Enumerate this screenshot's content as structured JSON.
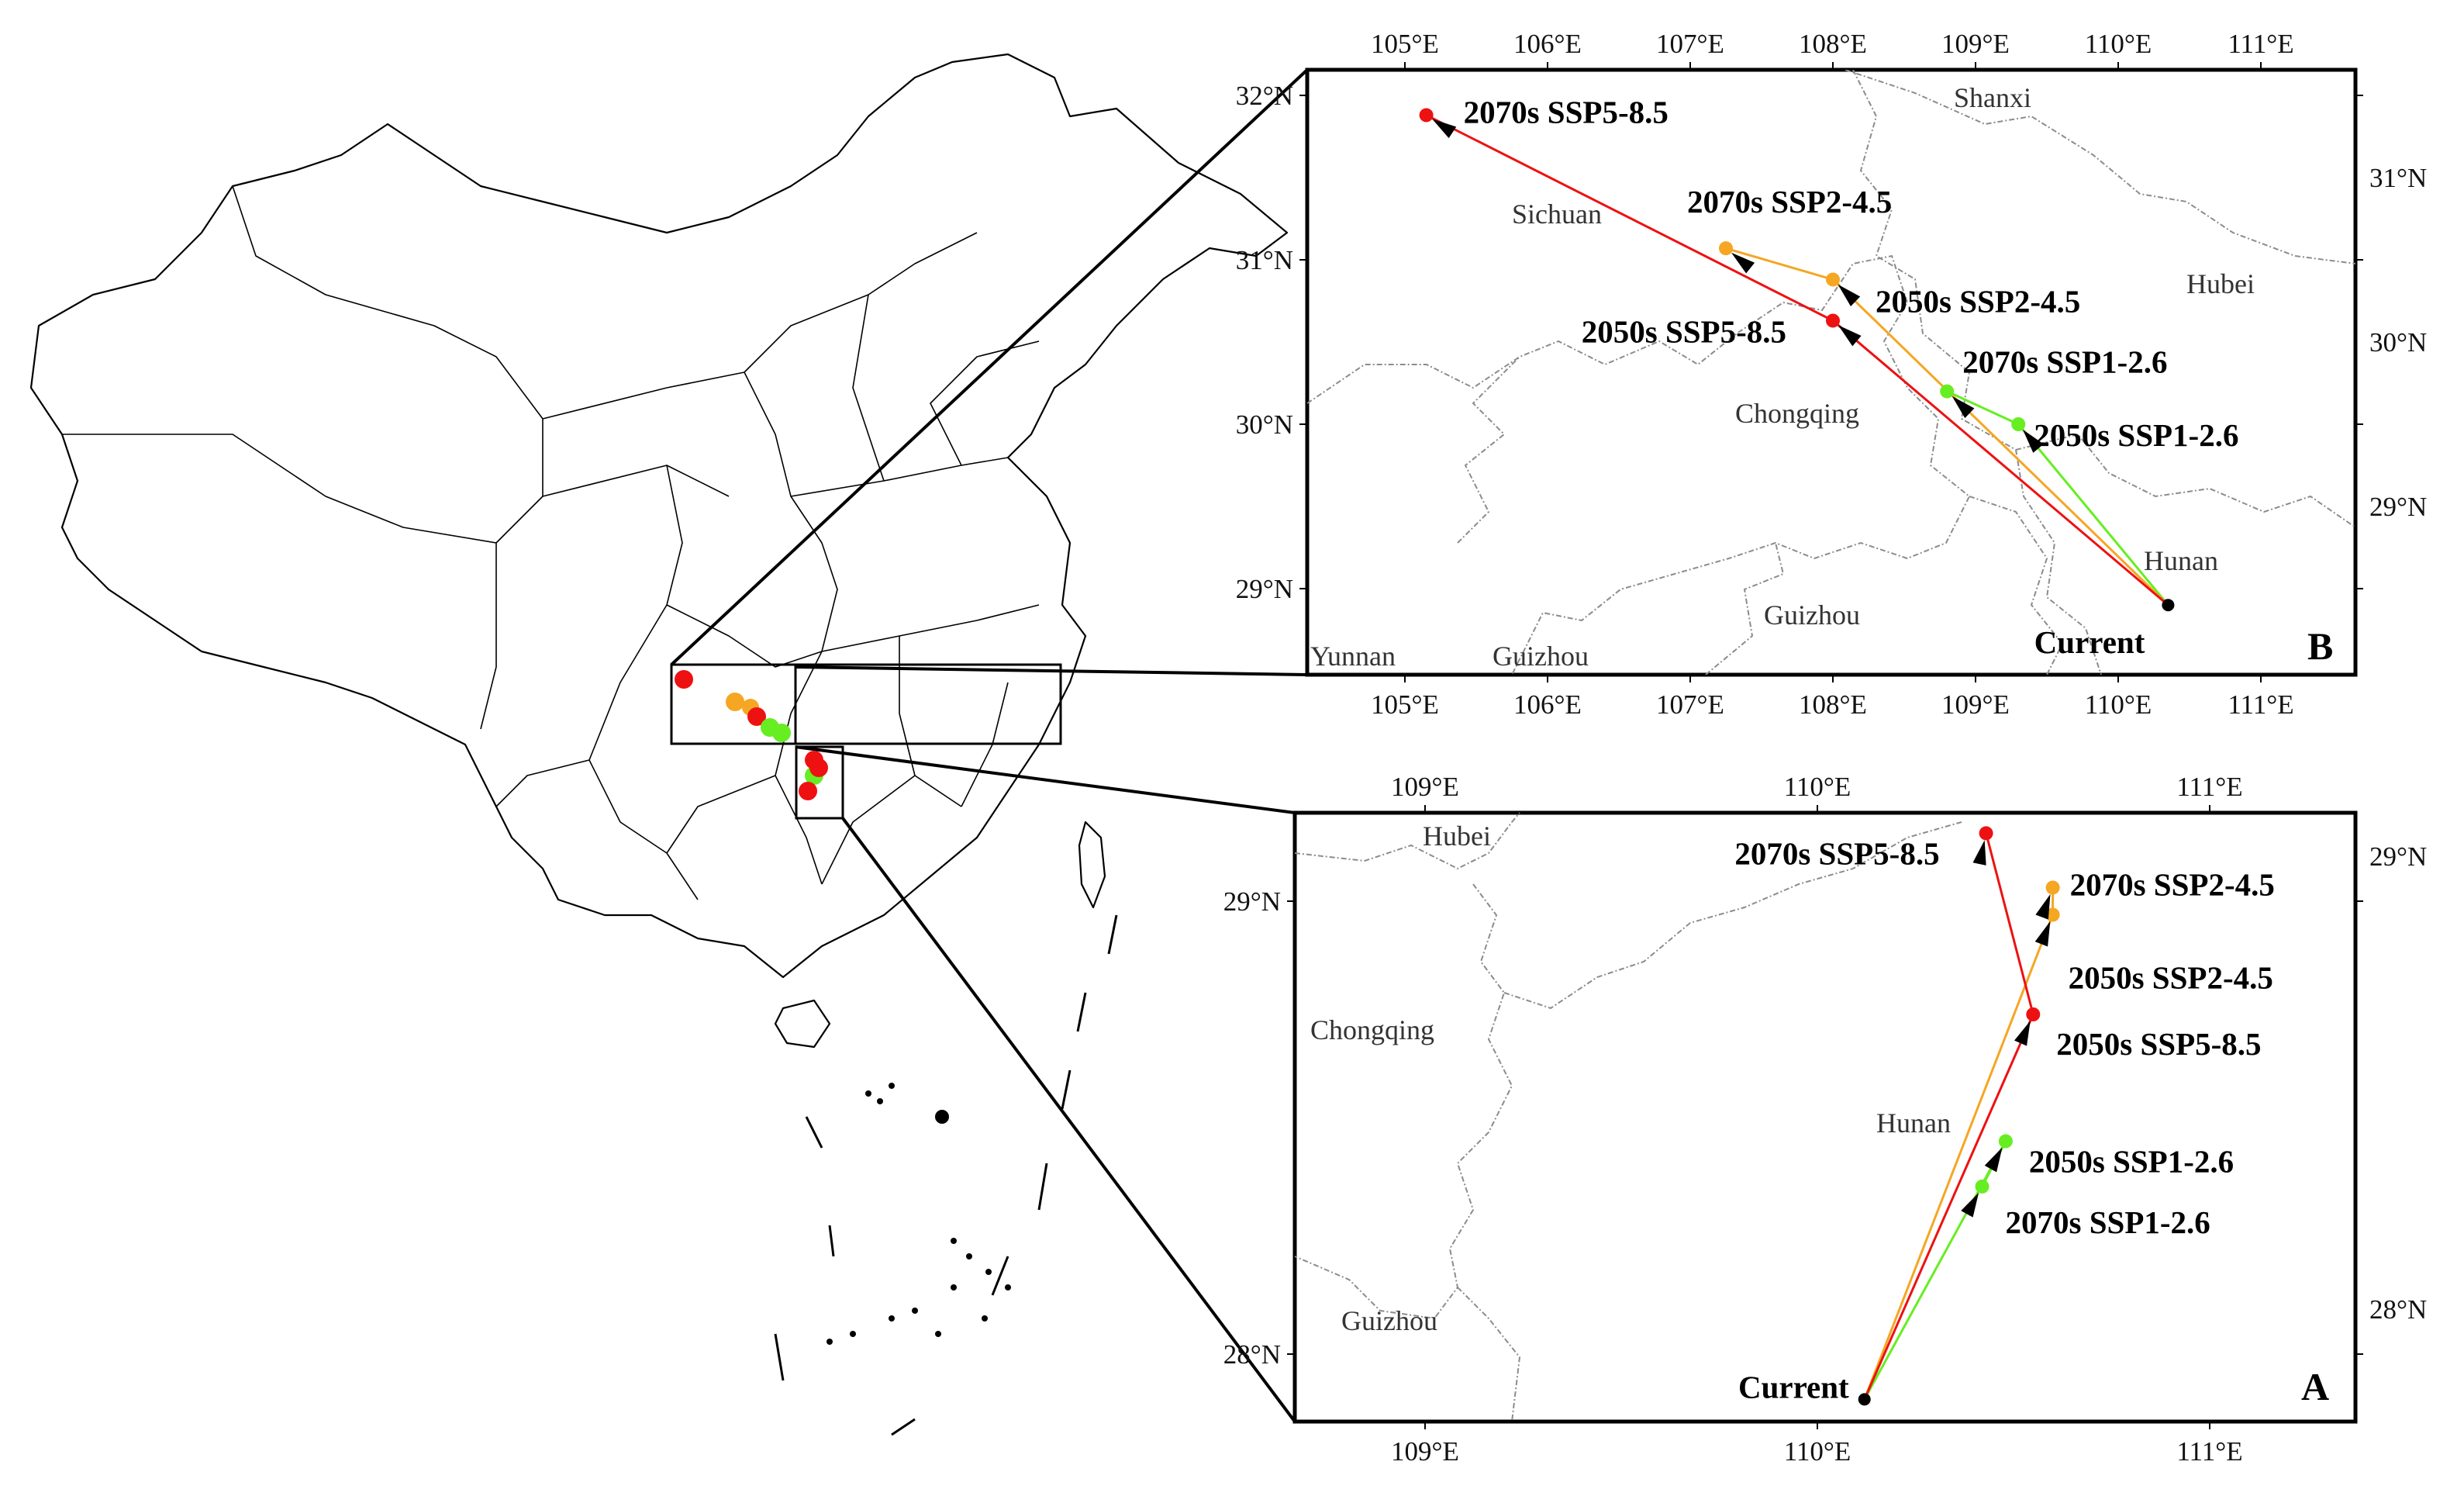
{
  "colors": {
    "ssp126": "#66ee22",
    "ssp245": "#f5a623",
    "ssp585": "#ee1111",
    "current": "#000000",
    "boundary": "#8c8c8c"
  },
  "panel_b": {
    "label": "B",
    "x_ticks": [
      "105°E",
      "106°E",
      "107°E",
      "108°E",
      "109°E",
      "110°E",
      "111°E"
    ],
    "y_ticks": [
      "32°N",
      "31°N",
      "30°N",
      "29°N"
    ],
    "provinces": [
      "Shanxi",
      "Sichuan",
      "Hubei",
      "Chongqing",
      "Hunan",
      "Guizhou",
      "Yunnan",
      "Guizhou"
    ],
    "points": [
      {
        "label": "Current",
        "scenario": "current",
        "lon": 110.35,
        "lat": 28.9
      },
      {
        "label": "2050s SSP1-2.6",
        "scenario": "ssp126",
        "lon": 109.3,
        "lat": 30.0
      },
      {
        "label": "2070s SSP1-2.6",
        "scenario": "ssp126",
        "lon": 108.8,
        "lat": 30.2
      },
      {
        "label": "2050s SSP2-4.5",
        "scenario": "ssp245",
        "lon": 108.0,
        "lat": 30.88
      },
      {
        "label": "2070s SSP2-4.5",
        "scenario": "ssp245",
        "lon": 107.25,
        "lat": 31.07
      },
      {
        "label": "2050s SSP5-8.5",
        "scenario": "ssp585",
        "lon": 108.0,
        "lat": 30.63
      },
      {
        "label": "2070s SSP5-8.5",
        "scenario": "ssp585",
        "lon": 105.15,
        "lat": 31.88
      }
    ]
  },
  "panel_a": {
    "label": "A",
    "x_ticks": [
      "109°E",
      "110°E",
      "111°E"
    ],
    "y_ticks": [
      "29°N",
      "28°N"
    ],
    "provinces": [
      "Hubei",
      "Chongqing",
      "Hunan",
      "Guizhou"
    ],
    "points": [
      {
        "label": "Current",
        "scenario": "current",
        "lon": 110.12,
        "lat": 27.9
      },
      {
        "label": "2050s SSP1-2.6",
        "scenario": "ssp126",
        "lon": 110.48,
        "lat": 28.47
      },
      {
        "label": "2070s SSP1-2.6",
        "scenario": "ssp126",
        "lon": 110.42,
        "lat": 28.37
      },
      {
        "label": "2050s SSP2-4.5",
        "scenario": "ssp245",
        "lon": 110.6,
        "lat": 28.97
      },
      {
        "label": "2070s SSP2-4.5",
        "scenario": "ssp245",
        "lon": 110.6,
        "lat": 29.03
      },
      {
        "label": "2050s SSP5-8.5",
        "scenario": "ssp585",
        "lon": 110.55,
        "lat": 28.75
      },
      {
        "label": "2070s SSP5-8.5",
        "scenario": "ssp585",
        "lon": 110.43,
        "lat": 29.15
      }
    ]
  }
}
